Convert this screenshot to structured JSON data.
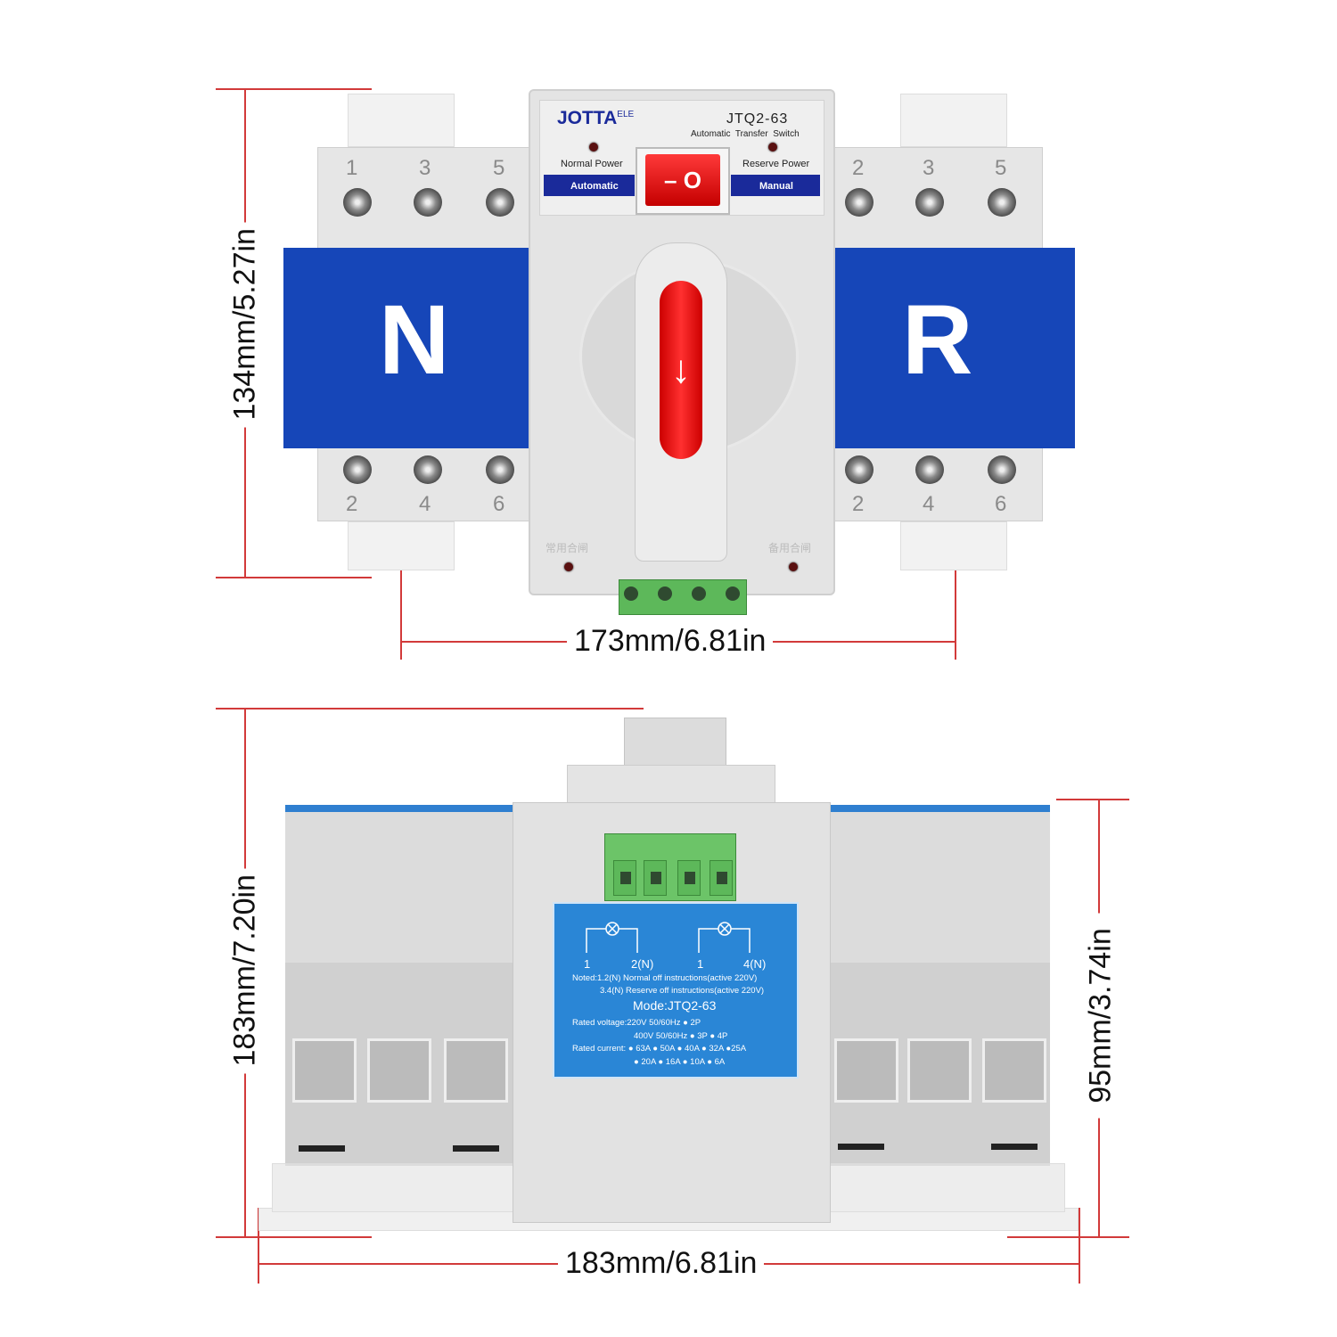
{
  "dimensions": {
    "top_height": "134mm/5.27in",
    "top_width": "173mm/6.81in",
    "bottom_height": "183mm/7.20in",
    "bottom_depth": "95mm/3.74in",
    "bottom_width": "183mm/6.81in"
  },
  "front_panel": {
    "brand": "JOTTA",
    "brand_suffix": "ELE",
    "model": "JTQ2-63",
    "subtitle": "Automatic  Transfer  Switch",
    "normal_power": "Normal Power",
    "reserve_power": "Reserve Power",
    "automatic": "Automatic",
    "manual": "Manual",
    "switch_symbol": "– O",
    "left_label": "N",
    "right_label": "R",
    "cn_left": "常用合闸",
    "cn_right": "备用合闸",
    "top_numbers": [
      "1",
      "3",
      "5",
      "2",
      "3",
      "5"
    ],
    "bottom_numbers": [
      "2",
      "4",
      "6",
      "2",
      "4",
      "6"
    ]
  },
  "side_label": {
    "t1": "1",
    "t2": "2(N)",
    "t3": "1",
    "t4": "4(N)",
    "note1": "Noted:1.2(N) Normal off instructions(active 220V)",
    "note2": "3.4(N) Reserve off instructions(active 220V)",
    "mode": "Mode:JTQ2-63",
    "voltage1": "Rated voltage:220V 50/60Hz  ● 2P",
    "voltage2": "400V  50/60Hz ● 3P  ● 4P",
    "current1": "Rated current: ● 63A ● 50A ● 40A ● 32A ●25A",
    "current2": "● 20A ● 16A ● 10A ● 6A"
  },
  "colors": {
    "accent_blue": "#1646b8",
    "dim_red": "#d23a3a",
    "label_blue": "#2a86d6",
    "terminal_green": "#5db85a"
  }
}
